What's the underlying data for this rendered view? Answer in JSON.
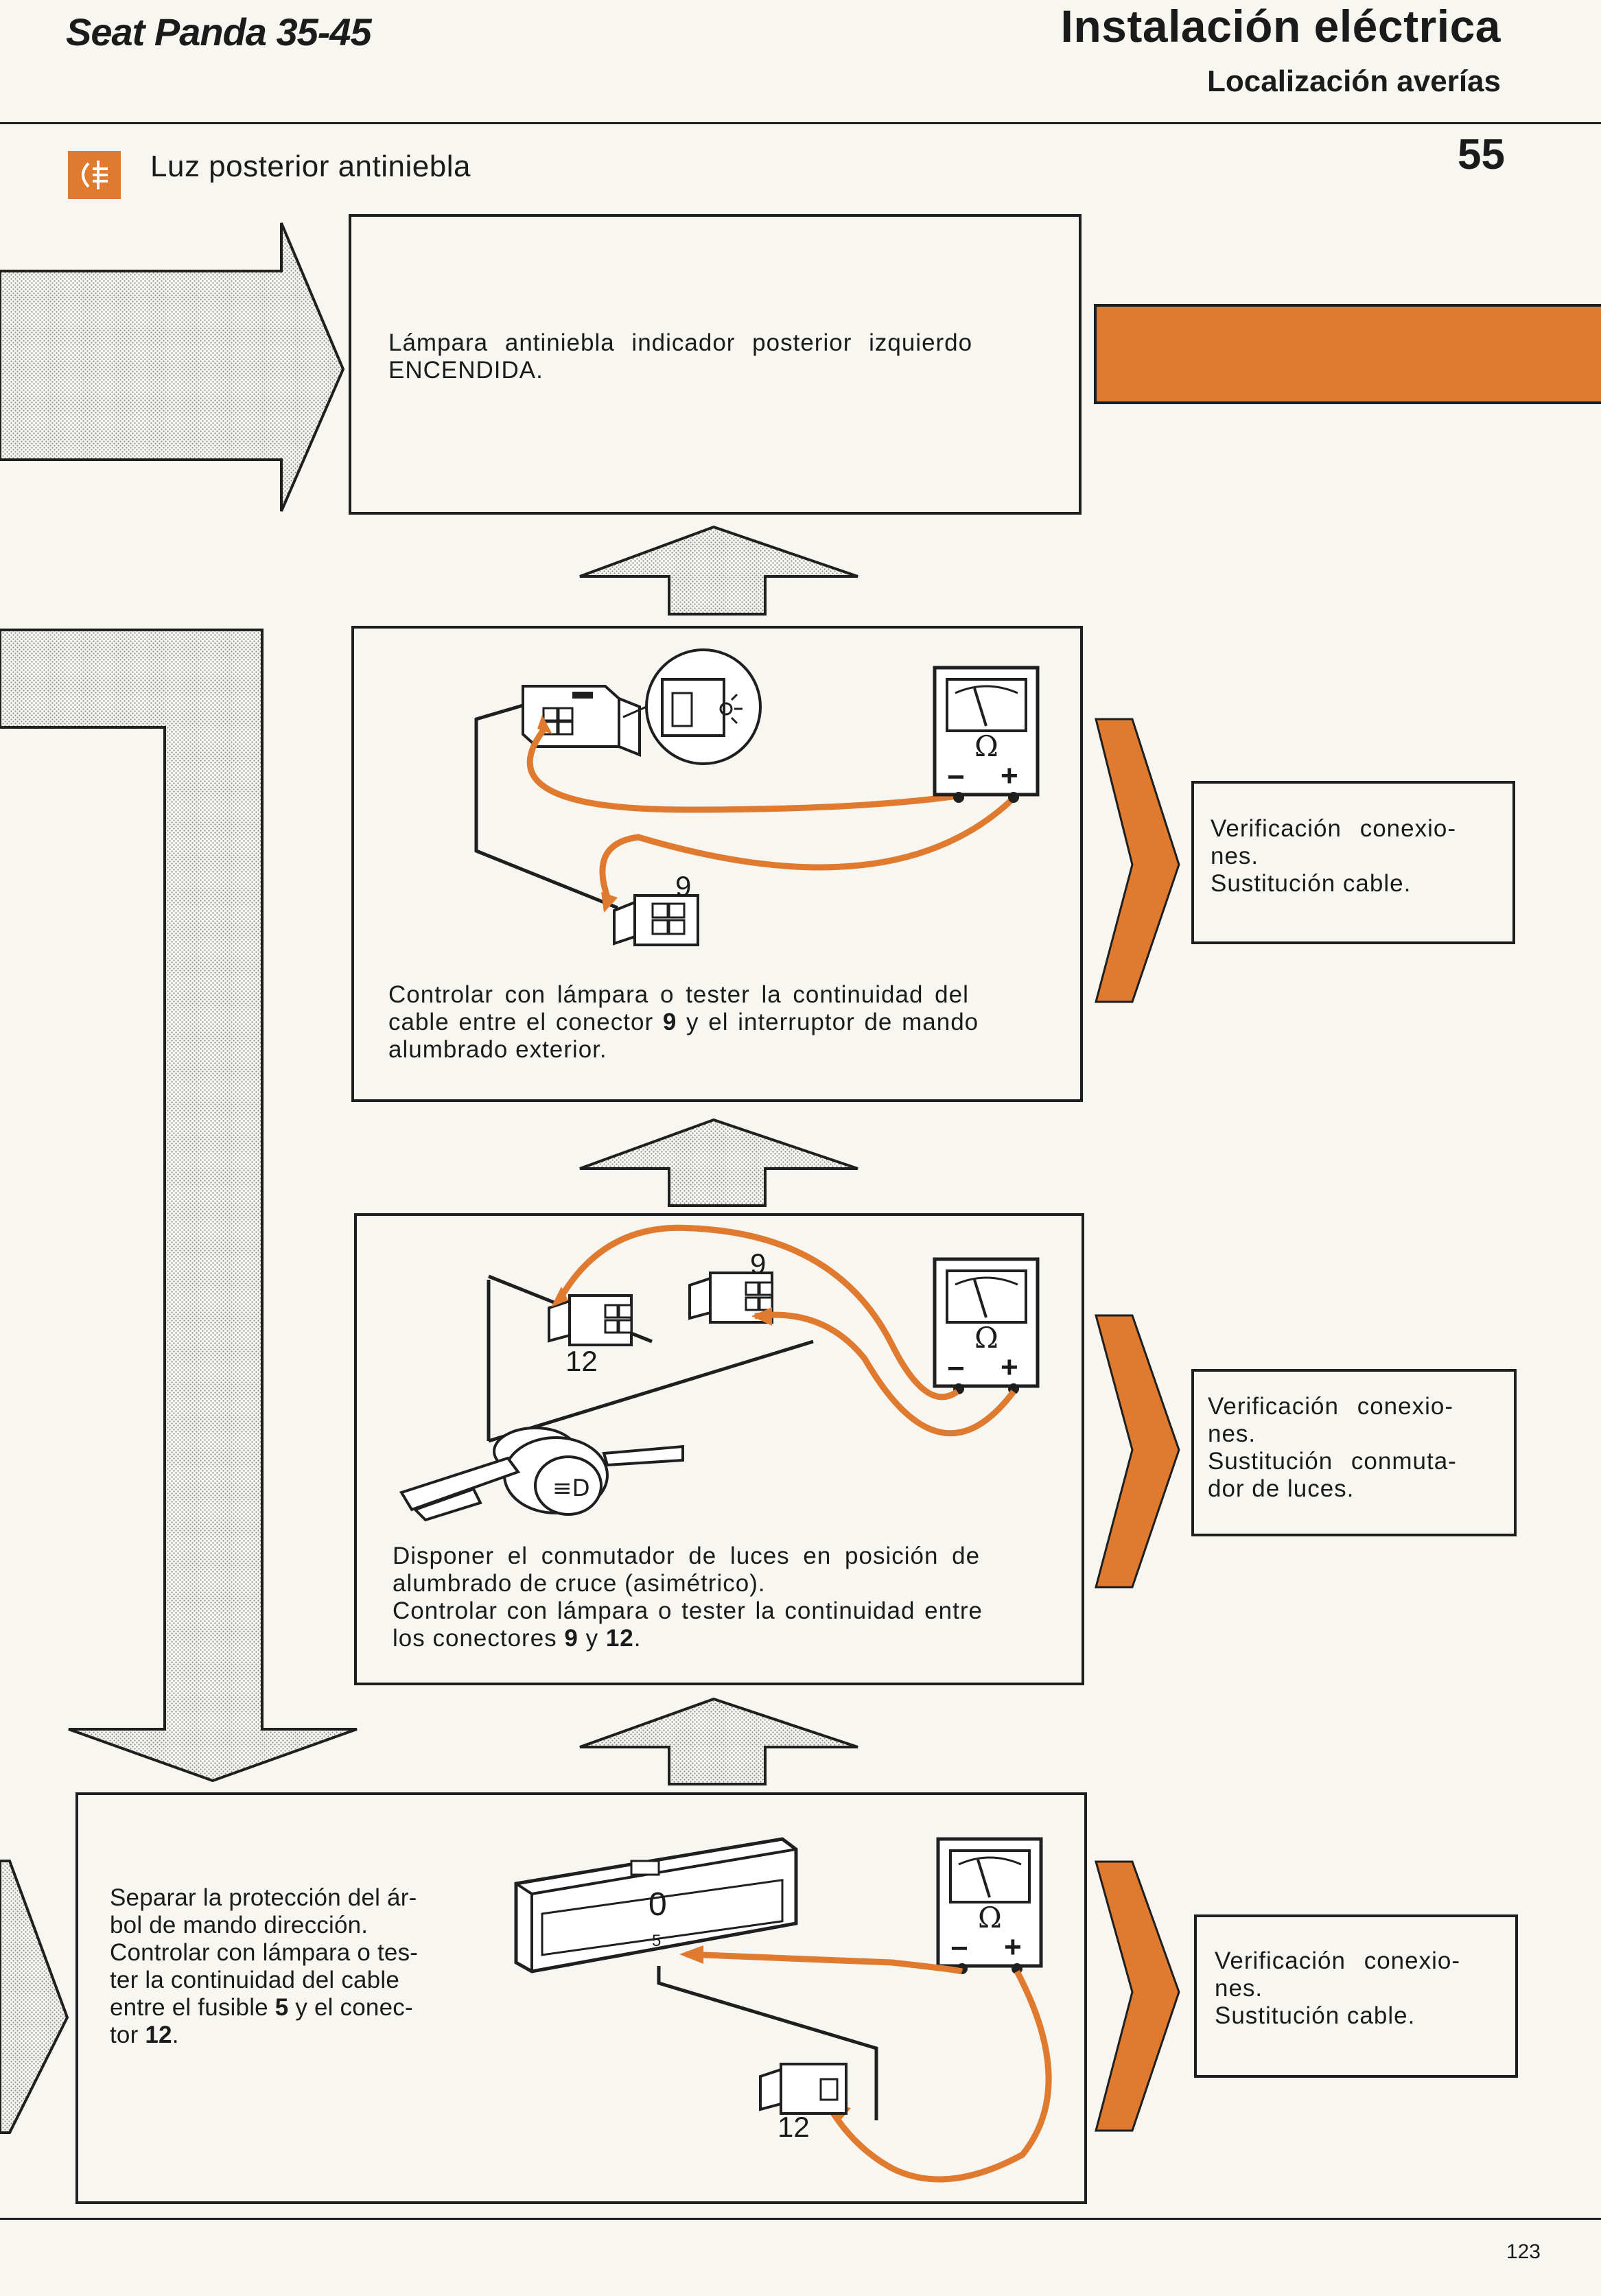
{
  "header": {
    "model": "Seat Panda 35-45",
    "title": "Instalación eléctrica",
    "subtitle": "Localización averías",
    "page_number": "55"
  },
  "section": {
    "title": "Luz posterior antiniebla",
    "icon": "rear-fog-light-icon"
  },
  "steps": [
    {
      "text_line1": "Lámpara antiniebla indicador posterior izquierdo",
      "text_line2": "ENCENDIDA."
    },
    {
      "text_line1": "Controlar con lámpara o tester la continuidad del",
      "text_line2a": "cable entre el conector ",
      "text_line2b": "9",
      "text_line2c": " y el interruptor de mando",
      "text_line3": "alumbrado exterior.",
      "connector_label": "9",
      "side_line1": "Verificación conexio-",
      "side_line2": "nes.",
      "side_line3": "Sustitución cable."
    },
    {
      "text_line1": "Disponer el conmutador de luces en posición de",
      "text_line2": "alumbrado de cruce (asimétrico).",
      "text_line3": "Controlar con lámpara o tester la continuidad entre",
      "text_line4a": "los conectores ",
      "text_line4b": "9",
      "text_line4c": " y ",
      "text_line4d": "12",
      "text_line4e": ".",
      "connector_label_a": "9",
      "connector_label_b": "12",
      "side_line1": "Verificación conexio-",
      "side_line2": "nes.",
      "side_line3": "Sustitución conmuta-",
      "side_line4": "dor de luces."
    },
    {
      "text_line1": "Separar la protección del ár-",
      "text_line2": "bol de mando dirección.",
      "text_line3": "Controlar con lámpara o tes-",
      "text_line4": "ter la continuidad del cable",
      "text_line5a": "entre el fusible ",
      "text_line5b": "5",
      "text_line5c": " y el conec-",
      "text_line6a": "tor ",
      "text_line6b": "12",
      "text_line6c": ".",
      "fuse_label": "5",
      "fuse_display": "0",
      "connector_label": "12",
      "side_line1": "Verificación conexio-",
      "side_line2": "nes.",
      "side_line3": "Sustitución cable."
    }
  ],
  "meter": {
    "symbol": "Ω",
    "minus": "−",
    "plus": "+"
  },
  "footer": {
    "page": "123"
  },
  "colors": {
    "accent": "#e07a2f",
    "line": "#1f1f1f",
    "paper": "#f7f6f1"
  }
}
